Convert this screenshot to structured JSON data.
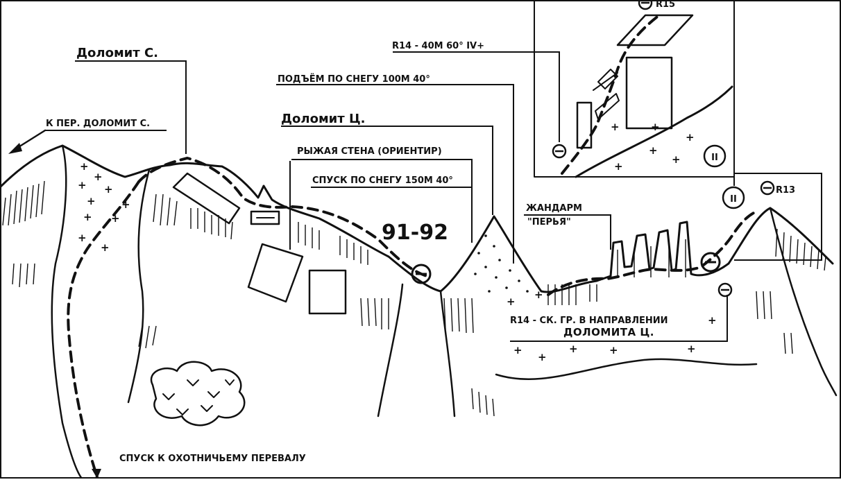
{
  "labels": {
    "dolomit_s": "Доломит С.",
    "to_pass": "К ПЕР. ДОЛОМИТ С.",
    "snow_ascent": "ПОДЪЁМ ПО СНЕГУ 100М 40°",
    "r14_rope": "R14 - 40М 60° IV+",
    "dolomit_c": "Доломит Ц.",
    "red_wall": "РЫЖАЯ СТЕНА (ОРИЕНТИР)",
    "snow_descent": "СПУСК ПО СНЕГУ 150М 40°",
    "route_number": "91-92",
    "gendarme_1": "ЖАНДАРМ",
    "gendarme_2": "\"ПЕРЬЯ\"",
    "r13": "R13",
    "r14_bottom_1": "R14 - СК. ГР. В НАПРАВЛЕНИИ",
    "r14_bottom_2": "ДОЛОМИТА Ц.",
    "descent_pass": "СПУСК К ОХОТНИЧЬЕМУ ПЕРЕВАЛУ",
    "r15": "R15",
    "section_II": "II"
  }
}
